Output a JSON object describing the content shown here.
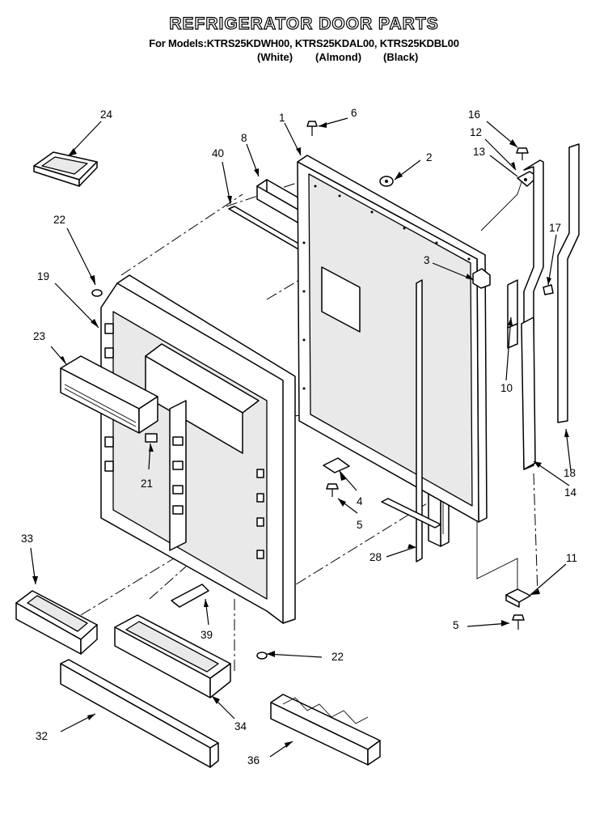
{
  "header": {
    "title": "REFRIGERATOR DOOR PARTS",
    "models_line": "For Models:KTRS25KDWH00, KTRS25KDAL00, KTRS25KDBL00",
    "colors": [
      "(White)",
      "(Almond)",
      "(Black)"
    ]
  },
  "callouts": [
    "24",
    "22",
    "19",
    "23",
    "21",
    "33",
    "32",
    "40",
    "8",
    "1",
    "6",
    "2",
    "3",
    "10",
    "16",
    "12",
    "13",
    "17",
    "18",
    "14",
    "11",
    "5",
    "4",
    "5",
    "28",
    "22",
    "39",
    "34",
    "36"
  ]
}
